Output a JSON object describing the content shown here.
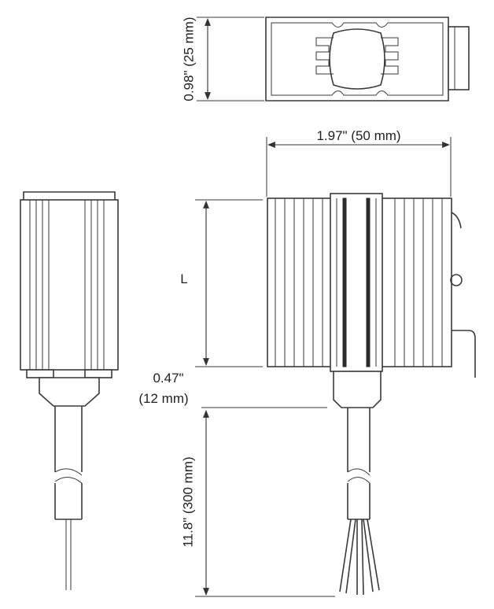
{
  "dimensions": {
    "height": "0.98\" (25 mm)",
    "width": "1.97\" (50 mm)",
    "length": "L",
    "gap_line1": "0.47\"",
    "gap_line2": "(12 mm)",
    "cable": "11.8\" (300 mm)"
  }
}
